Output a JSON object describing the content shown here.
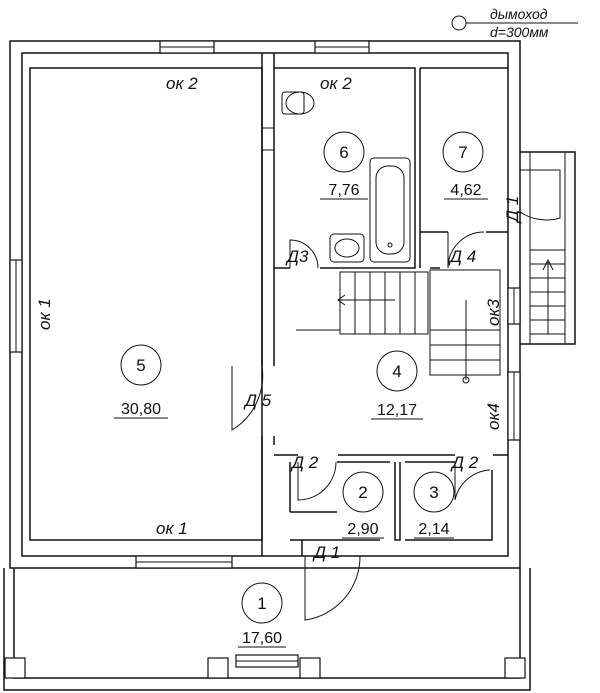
{
  "chimney": {
    "label": "дымоход",
    "diameter": "d=300мм"
  },
  "rooms": [
    {
      "number": "1",
      "area": "17,60"
    },
    {
      "number": "2",
      "area": "2,90"
    },
    {
      "number": "3",
      "area": "2,14"
    },
    {
      "number": "4",
      "area": "12,17"
    },
    {
      "number": "5",
      "area": "30,80"
    },
    {
      "number": "6",
      "area": "7,76"
    },
    {
      "number": "7",
      "area": "4,62"
    }
  ],
  "windows": {
    "ok1": "ок 1",
    "ok2": "ок 2",
    "ok3": "ок3",
    "ok4": "ок4"
  },
  "doors": {
    "d1": "Д 1",
    "d2": "Д 2",
    "d3": "Д3",
    "d4": "Д 4",
    "d5": "Д 5"
  }
}
